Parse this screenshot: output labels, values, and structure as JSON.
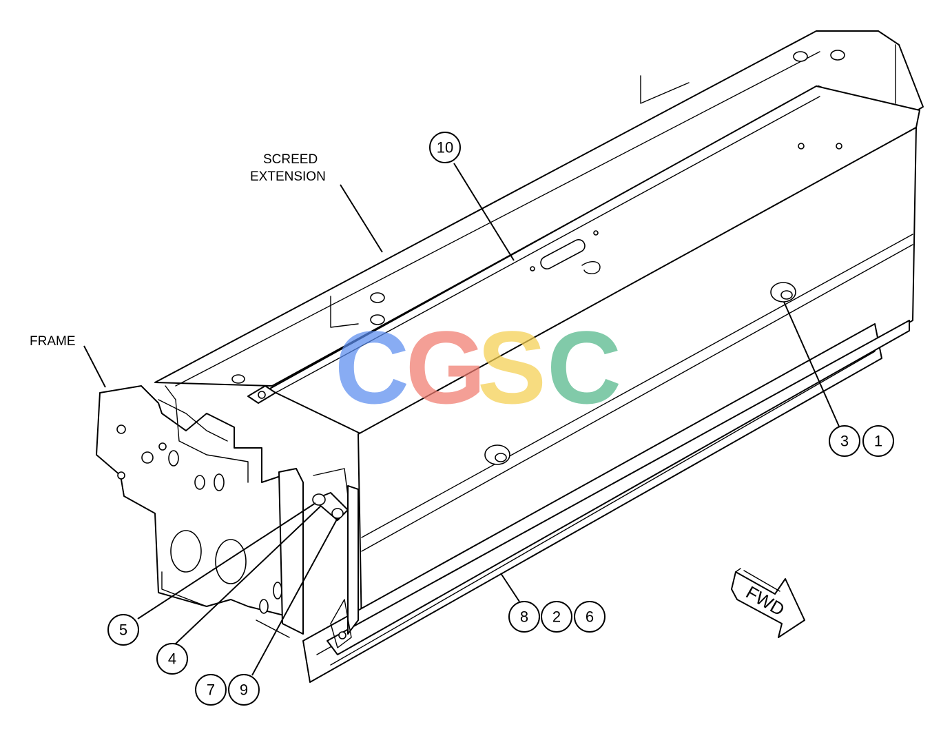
{
  "labels": {
    "screed_line1": "SCREED",
    "screed_line2": "EXTENSION",
    "frame": "FRAME",
    "fwd": "FWD"
  },
  "callouts": [
    {
      "id": "c10",
      "text": "10"
    },
    {
      "id": "c3",
      "text": "3"
    },
    {
      "id": "c1",
      "text": "1"
    },
    {
      "id": "c8",
      "text": "8"
    },
    {
      "id": "c2",
      "text": "2"
    },
    {
      "id": "c6",
      "text": "6"
    },
    {
      "id": "c5",
      "text": "5"
    },
    {
      "id": "c4",
      "text": "4"
    },
    {
      "id": "c7",
      "text": "7"
    },
    {
      "id": "c9",
      "text": "9"
    }
  ],
  "watermark": {
    "letters": [
      "C",
      "G",
      "S",
      "C"
    ],
    "colors": [
      "#5b8def",
      "#f07b6f",
      "#f4cf50",
      "#52b788"
    ]
  }
}
